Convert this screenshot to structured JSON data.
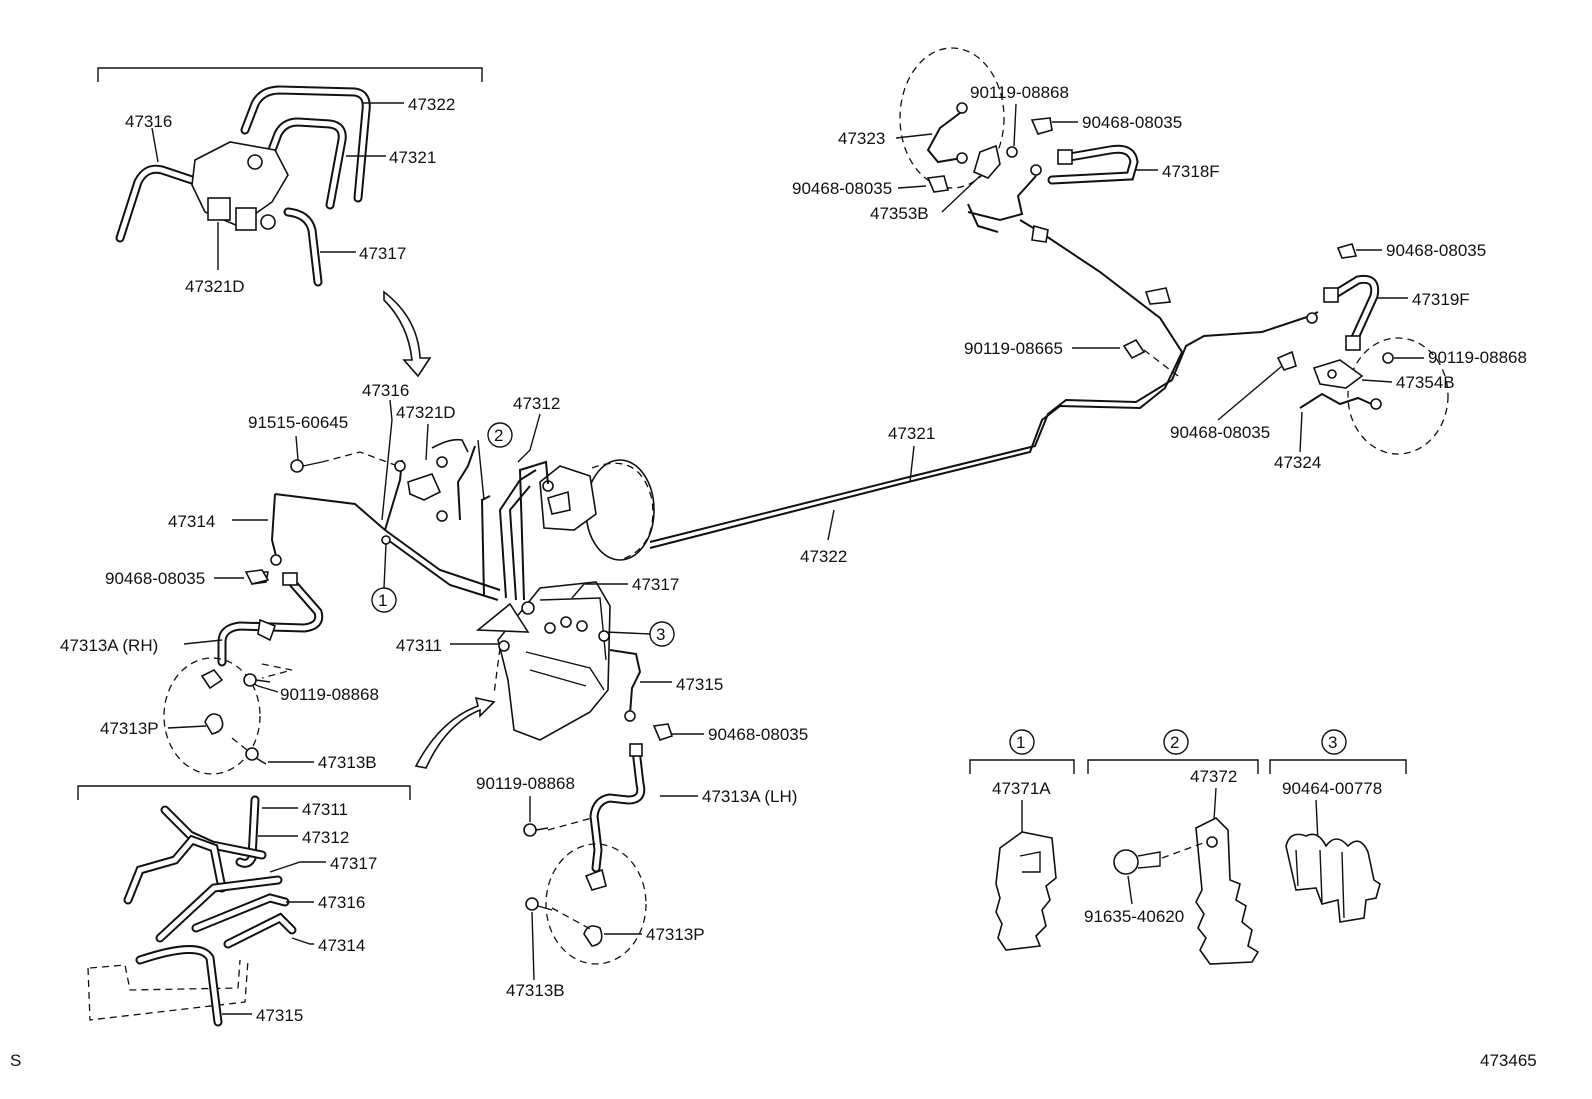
{
  "labels": {
    "inset_top": {
      "p47316": "47316",
      "p47322": "47322",
      "p47321": "47321",
      "p47317": "47317",
      "p47321D": "47321D"
    },
    "inset_bottom": {
      "p47311": "47311",
      "p47312": "47312",
      "p47317": "47317",
      "p47316": "47316",
      "p47314": "47314",
      "p47315": "47315"
    },
    "front_left": {
      "p47316": "47316",
      "p47321D": "47321D",
      "p91515": "91515-60645",
      "p47314": "47314",
      "p90468": "90468-08035",
      "p47313A_rh": "47313A (RH)",
      "p90119": "90119-08868",
      "p47313P": "47313P",
      "p47313B": "47313B"
    },
    "center": {
      "p47312": "47312",
      "p47321": "47321",
      "p47322": "47322",
      "p47317": "47317",
      "p47311": "47311",
      "p47315": "47315",
      "p90468": "90468-08035",
      "p90119": "90119-08868",
      "p47313A_lh": "47313A (LH)",
      "p47313P": "47313P",
      "p47313B": "47313B"
    },
    "rear_top": {
      "p90119_a": "90119-08868",
      "p90468_a": "90468-08035",
      "p47323": "47323",
      "p47318F": "47318F",
      "p90468_b": "90468-08035",
      "p47353B": "47353B"
    },
    "rear_right": {
      "p90468_c": "90468-08035",
      "p47319F": "47319F",
      "p90119_b": "90119-08665",
      "p90119_c": "90119-08868",
      "p47354B": "47354B",
      "p90468_d": "90468-08035",
      "p47324": "47324"
    },
    "clamps": {
      "c1": {
        "mark": "1",
        "part": "47371A"
      },
      "c2": {
        "mark": "2",
        "part": "47372",
        "bolt": "91635-40620"
      },
      "c3": {
        "mark": "3",
        "part": "90464-00778"
      }
    },
    "callouts": {
      "m1": "1",
      "m2": "2",
      "m3": "3"
    },
    "footer": {
      "left": "S",
      "right": "473465"
    }
  }
}
